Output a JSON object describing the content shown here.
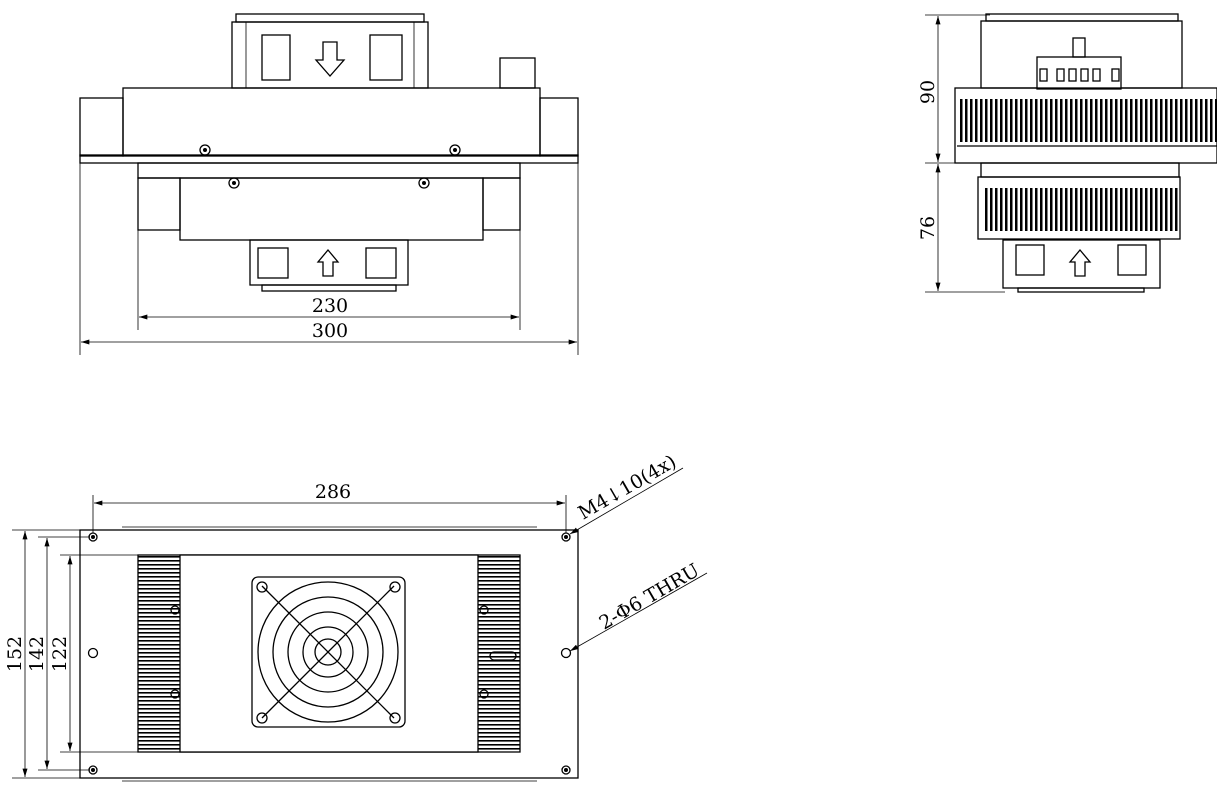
{
  "front_view": {
    "dim_inner": "230",
    "dim_outer": "300"
  },
  "side_view": {
    "dim_top": "90",
    "dim_bottom": "76"
  },
  "bottom_view": {
    "dim_width": "286",
    "dim_height_outer": "152",
    "dim_height_mid": "142",
    "dim_height_inner": "122",
    "callout_thread": "M4↓10(4x)",
    "callout_hole": "2-Φ6 THRU"
  }
}
